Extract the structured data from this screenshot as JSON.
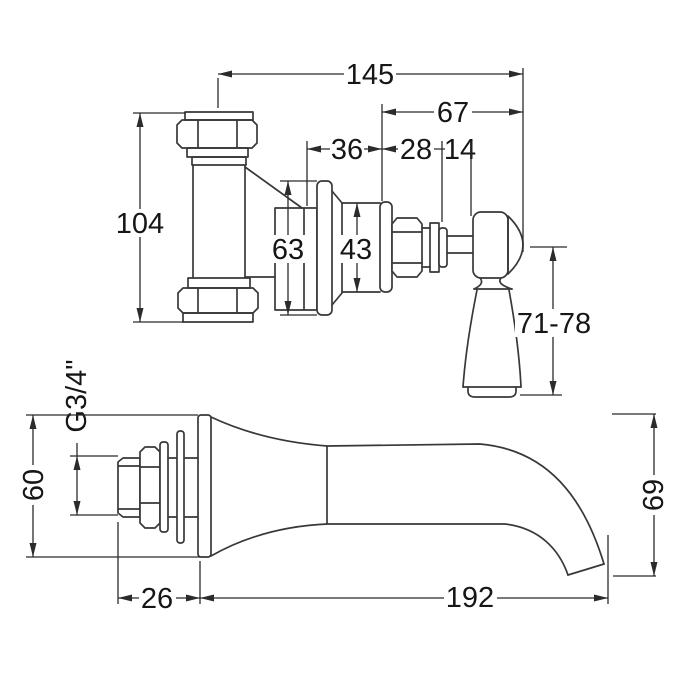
{
  "drawing": {
    "kind": "technical dimension drawing",
    "background": "#ffffff",
    "line_color": "#383838",
    "text_color": "#161616",
    "views": {
      "valve": {
        "description": "wall-mounted valve with tee connector and lever handle, side view",
        "dims": {
          "overall_width": "145",
          "handle_projection": "67",
          "plate_depth": "36",
          "trim_depth": "28",
          "hub_gap": "14",
          "tee_height": "104",
          "plate_height": "63",
          "trim_diameter": "43",
          "lever_length": "71-78"
        }
      },
      "spout": {
        "description": "wall-mounted bath spout, side view",
        "dims": {
          "thread_size": "G3/4\"",
          "flange_height": "60",
          "tail_length": "26",
          "spout_reach": "192",
          "drop_height": "69"
        }
      }
    }
  }
}
